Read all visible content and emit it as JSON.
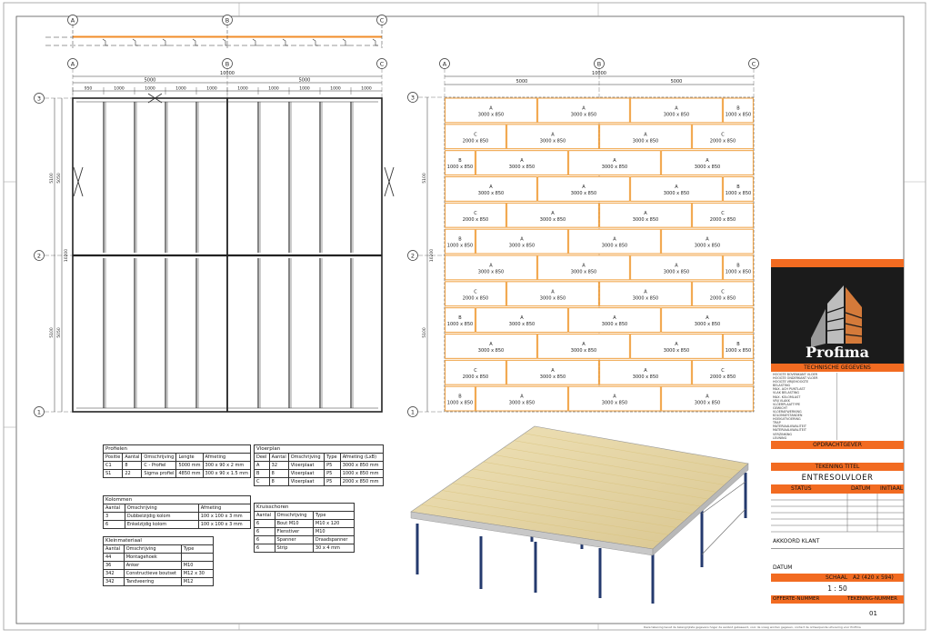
{
  "plan_left": {
    "axes_top": [
      "A",
      "B",
      "C"
    ],
    "axes_side": [
      "3",
      "2",
      "1"
    ],
    "overall_dim": "10000",
    "half_dims": [
      "5000",
      "5000"
    ],
    "bay_dims": [
      "950",
      "1000",
      "1000",
      "1000",
      "1000",
      "1000",
      "1000",
      "1000",
      "1000",
      "1000"
    ],
    "side_dims": [
      "5100",
      "5050",
      "5100",
      "5050"
    ],
    "overall_side": "10200"
  },
  "plan_right": {
    "axes_top": [
      "A",
      "B",
      "C"
    ],
    "axes_side": [
      "3",
      "2",
      "1"
    ],
    "overall_dim": "10000",
    "half_dims": [
      "5000",
      "5000"
    ],
    "side_dims": [
      "5100",
      "5100"
    ],
    "overall_side": "10200",
    "panels": {
      "A": "3000 x 850",
      "B": "1000 x 850",
      "C": "2000 x 850"
    },
    "colors": {
      "panel_edge": "#f0a040"
    }
  },
  "tables": {
    "profielen": {
      "title": "Profielen",
      "headers": [
        "Positie",
        "Aantal",
        "Omschrijving",
        "Lengte",
        "Afmeting"
      ],
      "rows": [
        [
          "C1",
          "8",
          "C - Profiel",
          "5000 mm",
          "300 x 90 x 2 mm"
        ],
        [
          "S1",
          "22",
          "Sigma profiel",
          "4850 mm",
          "300 x 90 x 1.5 mm"
        ]
      ]
    },
    "kolommen": {
      "title": "Kolommen",
      "headers": [
        "Aantal",
        "Omschrijving",
        "Afmeting"
      ],
      "rows": [
        [
          "3",
          "Dubbelzijdig kolom",
          "100 x 100 x 3 mm"
        ],
        [
          "6",
          "Enkelzijdig kolom",
          "100 x 100 x 3 mm"
        ]
      ]
    },
    "kleinmateriaal": {
      "title": "Kleinmateriaal",
      "headers": [
        "Aantal",
        "Omschrijving",
        "Type"
      ],
      "rows": [
        [
          "44",
          "Montagehoek",
          ""
        ],
        [
          "36",
          "Anker",
          "M10"
        ],
        [
          "342",
          "Constructieve boutset",
          "M12 x 30"
        ],
        [
          "342",
          "Tandveering",
          "M12"
        ]
      ]
    },
    "vloerplan": {
      "title": "Vloerplan",
      "headers": [
        "Deel",
        "Aantal",
        "Omschrijving",
        "Type",
        "Afmeting (LxB)"
      ],
      "rows": [
        [
          "A",
          "32",
          "Vloerplaat",
          "P5",
          "3000 x 850 mm"
        ],
        [
          "B",
          "8",
          "Vloerplaat",
          "P5",
          "1000 x 850 mm"
        ],
        [
          "C",
          "8",
          "Vloerplaat",
          "P5",
          "2000 x 850 mm"
        ]
      ]
    },
    "kruisschoren": {
      "title": "Kruisschoren",
      "headers": [
        "Aantal",
        "Omschrijving",
        "Type"
      ],
      "rows": [
        [
          "6",
          "Bout M10",
          "M10 x 120"
        ],
        [
          "6",
          "Flenstiver",
          "M10"
        ],
        [
          "6",
          "Spanner",
          "Draadspanner"
        ],
        [
          "6",
          "Strip",
          "30 x 4 mm"
        ]
      ]
    }
  },
  "title_block": {
    "brand": "Profima",
    "technische_gegevens": "TECHNISCHE GEGEVENS",
    "spec_lines": [
      "HOOGTE BOVENKANT VLOER",
      "HOOGTE ONDERKANT VLOER",
      "HOOGTE VRIJEHOOGTE",
      "BELASTING",
      "MAX. ACH PUNTLAST",
      "VLAK BELASTING",
      "MAX. KOLOMLAST",
      "VRIJ VLAKK",
      "VLOERPLAATTYPE",
      "GEWICHT",
      "VLOERAFWERKING",
      "KOLOMAFSTANDEN",
      "HOEKUITVOERING",
      "TRAP",
      "MATERIAALKWALITEIT",
      "MATERIAALKWALITEIT",
      "VERZINKING",
      "LEUNING"
    ],
    "opdrachtgever": "OPDRACHTGEVER",
    "tekening_titel": "TEKENING TITEL",
    "title_value": "ENTRESOLVLOER",
    "rev_headers": [
      "STATUS",
      "DATUM",
      "INITIAAL"
    ],
    "akkoord": "AKKOORD KLANT",
    "datum": "DATUM",
    "schaal": "SCHAAL",
    "schaal_value": "A2 (420 x 594)",
    "scale": "1 : 50",
    "offerte": "OFFERTE-NUMMER",
    "tekening_nummer": "TEKENING-NUMMER",
    "tekening_nummer_value": "01",
    "colors": {
      "accent": "#f26b21",
      "dark": "#1a1a1a"
    }
  },
  "footer_note": "Deze tekening bevat de belangrijkste gegevens hoger de aanbod gebaseerd, voor de vraag worden gegeven, contact de ontwerpende uitvoering voor Profima"
}
